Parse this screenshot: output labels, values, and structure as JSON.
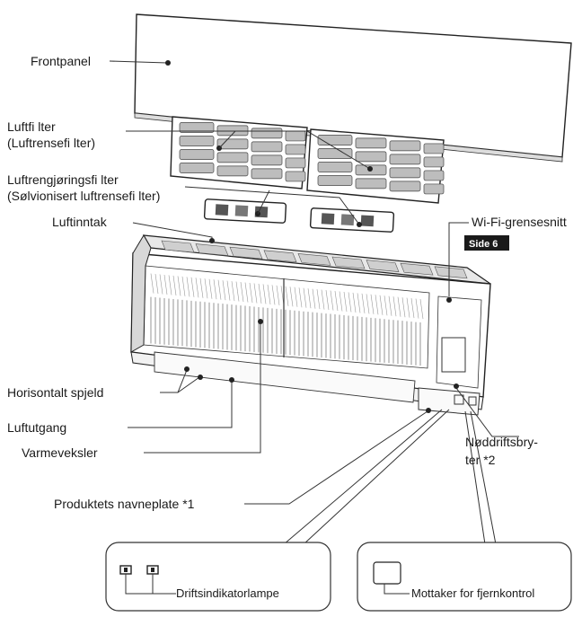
{
  "labels": {
    "frontpanel": "Frontpanel",
    "luftfilter_1": "Luftfi lter",
    "luftfilter_2": "(Luftrensefi lter)",
    "luftrengjoring_1": "Luftrengjøringsfi lter",
    "luftrengjoring_2": "(Sølvionisert luftrensefi lter)",
    "luftinntak": "Luftinntak",
    "wifi": "Wi-Fi-grensesnitt",
    "side_badge": "Side 6",
    "horisontalt_spjeld": "Horisontalt spjeld",
    "luftutgang": "Luftutgang",
    "varmeveksler": "Varmeveksler",
    "nodd_1": "Nøddriftsbry-",
    "nodd_2": "ter *2",
    "navneplate": "Produktets navneplate *1",
    "driftsindikator": "Driftsindikatorlampe",
    "mottaker": "Mottaker for fjernkontrol"
  }
}
